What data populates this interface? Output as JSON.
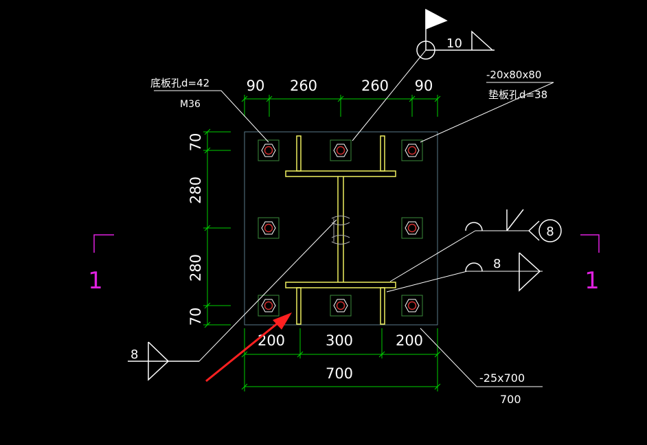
{
  "colors": {
    "background": "#000000",
    "dimension": "#00d000",
    "text": "#ffffff",
    "beam": "#f0f060",
    "bolt_square": "#3c8c3c",
    "bolt_hex": "#ffffff",
    "bolt_hole": "#d03030",
    "plate": "#5a7a8a",
    "section_mark": "#e020e0",
    "arrow": "#ff2020"
  },
  "labels": {
    "base_hole": "底板孔d=42",
    "bolt": "M36",
    "washer_size": "-20x80x80",
    "washer_hole": "垫板孔d=38",
    "plate_size": "-25x700",
    "plate_len": "700",
    "weld_flag": "10",
    "weld_web": "8",
    "weld_flange_circle": "8",
    "weld_flange": "8",
    "section_left": "1",
    "section_right": "1"
  },
  "dims": {
    "top": [
      "90",
      "260",
      "260",
      "90"
    ],
    "left": [
      "70",
      "280",
      "280",
      "70"
    ],
    "bottom": [
      "200",
      "300",
      "200"
    ],
    "bottom_total": "700"
  }
}
